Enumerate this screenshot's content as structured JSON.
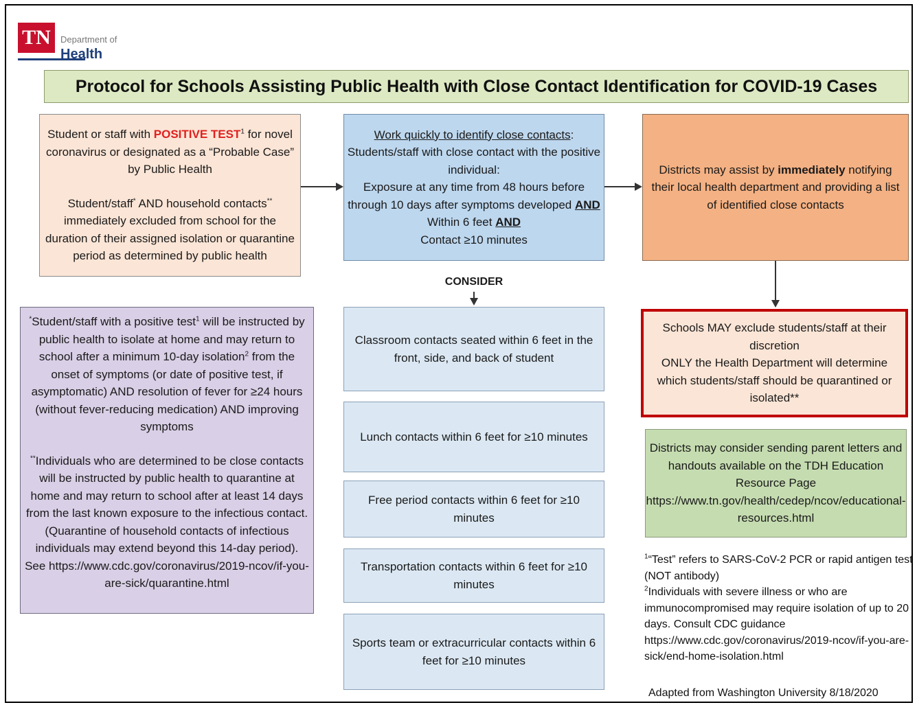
{
  "logo": {
    "mark": "TN",
    "dept_line": "Department of",
    "health_line": "Health"
  },
  "title": "Protocol for Schools Assisting Public Health with Close Contact Identification for COVID-19 Cases",
  "box1": {
    "p1_pre": "Student or staff with ",
    "p1_red": "POSITIVE TEST",
    "p1_sup": "1",
    "p1_post": " for novel coronavirus or designated as a “Probable Case” by Public Health",
    "p2_a": "Student/staff",
    "p2_sup1": "*",
    "p2_b": " AND household contacts",
    "p2_sup2": "**",
    "p2_c": " immediately excluded from school for the duration of their assigned isolation or quarantine period as determined by public health"
  },
  "box2": {
    "heading": "Work quickly to identify close contacts",
    "heading_colon": ":",
    "line1": "Students/staff with close contact with the positive individual:",
    "line2": "Exposure at any time from 48 hours before through 10 days after symptoms developed ",
    "and1": "AND",
    "line3": "Within 6 feet ",
    "and2": "AND",
    "line4": "Contact ≥10 minutes"
  },
  "box3": {
    "pre": "Districts may assist by ",
    "bold": "immediately",
    "post": " notifying their local health department and providing a list of identified close contacts"
  },
  "consider_label": "CONSIDER",
  "consider_items": [
    "Classroom contacts seated within 6 feet in the front, side, and back of student",
    "Lunch contacts within 6 feet for ≥10 minutes",
    "Free period contacts within 6 feet for ≥10 minutes",
    "Transportation contacts within 6 feet for ≥10 minutes",
    "Sports team or extracurricular contacts within 6 feet for ≥10 minutes"
  ],
  "box_purple": {
    "p1_sup": "*",
    "p1_a": "Student/staff with a positive test",
    "p1_sup2": "1",
    "p1_b": " will be instructed by public health to isolate at home and may return to school after a minimum 10-day isolation",
    "p1_sup3": "2",
    "p1_c": " from the onset of symptoms (or date of positive test, if asymptomatic) AND resolution of fever for ≥24 hours (without fever-reducing medication) AND improving symptoms",
    "p2_sup": "**",
    "p2_text": "Individuals who are determined to be close contacts will be instructed by public health to quarantine at home and may return to school after at least 14 days from the last known exposure to the infectious contact.  (Quarantine of household contacts of infectious individuals may extend beyond this 14-day period). See https://www.cdc.gov/coronavirus/2019-ncov/if-you-are-sick/quarantine.html"
  },
  "box_red": {
    "line1": "Schools MAY exclude students/staff at their discretion",
    "line2": "ONLY the Health Department will determine which students/staff should be quarantined or isolated**"
  },
  "box_green": "Districts may consider sending parent letters and handouts available on the TDH Education Resource Page  https://www.tn.gov/health/cedep/ncov/educational-resources.html",
  "footnotes": {
    "f1_sup": "1",
    "f1": "“Test” refers to SARS-CoV-2 PCR or rapid antigen test (NOT antibody)",
    "f2_sup": "2",
    "f2": "Individuals with severe illness or who are immunocompromised may require isolation of up to 20 days.  Consult CDC guidance https://www.cdc.gov/coronavirus/2019-ncov/if-you-are-sick/end-home-isolation.html"
  },
  "adapted": "Adapted from Washington University 8/18/2020",
  "colors": {
    "title_bg": "#dde9c3",
    "peach": "#fbe5d6",
    "blue": "#bdd7ee",
    "light_blue": "#dbe8f3",
    "orange": "#f4b183",
    "purple": "#d9cfe6",
    "green": "#c5dcb0",
    "red_border": "#c00000",
    "positive_test_red": "#e0201f",
    "tn_red": "#c8102e",
    "health_navy": "#1f3f7a"
  }
}
